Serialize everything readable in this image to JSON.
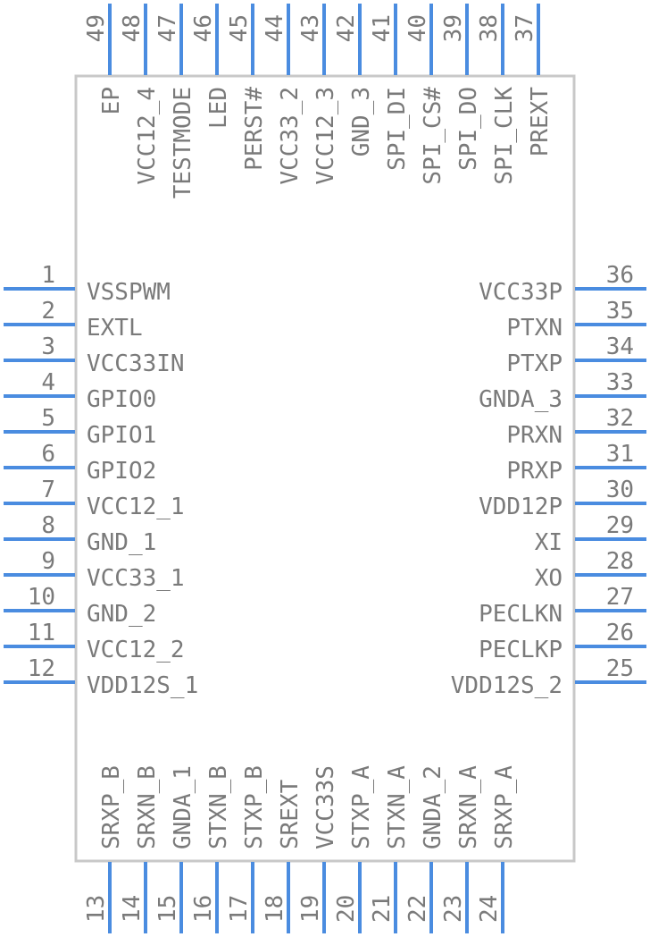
{
  "colors": {
    "pin": "#4a8ce0",
    "body_stroke": "#c8c8c8",
    "text": "#7a7a7a"
  },
  "pins": {
    "left": [
      {
        "num": "1",
        "name": "VSSPWM"
      },
      {
        "num": "2",
        "name": "EXTL"
      },
      {
        "num": "3",
        "name": "VCC33IN"
      },
      {
        "num": "4",
        "name": "GPIO0"
      },
      {
        "num": "5",
        "name": "GPIO1"
      },
      {
        "num": "6",
        "name": "GPIO2"
      },
      {
        "num": "7",
        "name": "VCC12_1"
      },
      {
        "num": "8",
        "name": "GND_1"
      },
      {
        "num": "9",
        "name": "VCC33_1"
      },
      {
        "num": "10",
        "name": "GND_2"
      },
      {
        "num": "11",
        "name": "VCC12_2"
      },
      {
        "num": "12",
        "name": "VDD12S_1"
      }
    ],
    "bottom": [
      {
        "num": "13",
        "name": "SRXP_B"
      },
      {
        "num": "14",
        "name": "SRXN_B"
      },
      {
        "num": "15",
        "name": "GNDA_1"
      },
      {
        "num": "16",
        "name": "STXN_B"
      },
      {
        "num": "17",
        "name": "STXP_B"
      },
      {
        "num": "18",
        "name": "SREXT"
      },
      {
        "num": "19",
        "name": "VCC33S"
      },
      {
        "num": "20",
        "name": "STXP_A"
      },
      {
        "num": "21",
        "name": "STXN_A"
      },
      {
        "num": "22",
        "name": "GNDA_2"
      },
      {
        "num": "23",
        "name": "SRXN_A"
      },
      {
        "num": "24",
        "name": "SRXP_A"
      }
    ],
    "right": [
      {
        "num": "25",
        "name": "VDD12S_2"
      },
      {
        "num": "26",
        "name": "PECLKP"
      },
      {
        "num": "27",
        "name": "PECLKN"
      },
      {
        "num": "28",
        "name": "XO"
      },
      {
        "num": "29",
        "name": "XI"
      },
      {
        "num": "30",
        "name": "VDD12P"
      },
      {
        "num": "31",
        "name": "PRXP"
      },
      {
        "num": "32",
        "name": "PRXN"
      },
      {
        "num": "33",
        "name": "GNDA_3"
      },
      {
        "num": "34",
        "name": "PTXP"
      },
      {
        "num": "35",
        "name": "PTXN"
      },
      {
        "num": "36",
        "name": "VCC33P"
      }
    ],
    "top": [
      {
        "num": "37",
        "name": "PREXT"
      },
      {
        "num": "38",
        "name": "SPI_CLK"
      },
      {
        "num": "39",
        "name": "SPI_DO"
      },
      {
        "num": "40",
        "name": "SPI_CS#"
      },
      {
        "num": "41",
        "name": "SPI_DI"
      },
      {
        "num": "42",
        "name": "GND_3"
      },
      {
        "num": "43",
        "name": "VCC12_3"
      },
      {
        "num": "44",
        "name": "VCC33_2"
      },
      {
        "num": "45",
        "name": "PERST#"
      },
      {
        "num": "46",
        "name": "LED"
      },
      {
        "num": "47",
        "name": "TESTMODE"
      },
      {
        "num": "48",
        "name": "VCC12_4"
      },
      {
        "num": "49",
        "name": "EP"
      }
    ]
  }
}
